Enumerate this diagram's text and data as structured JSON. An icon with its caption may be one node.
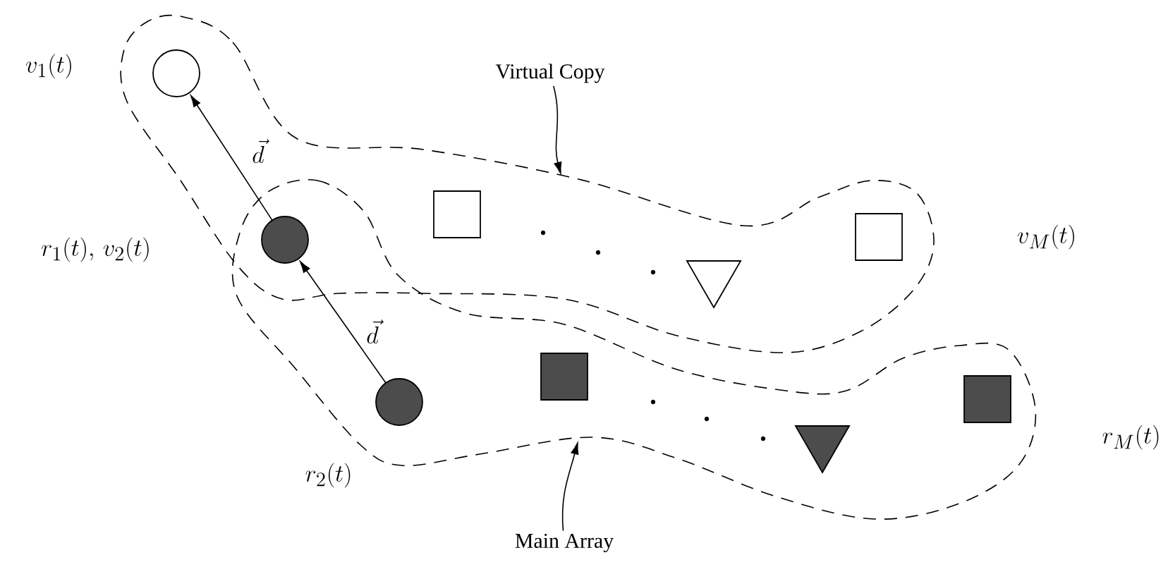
{
  "diagram": {
    "nodes": [
      {
        "text": [],
        "shape": "cloud"
      },
      {
        "text": [],
        "shape": "cloud"
      },
      {
        "text": [],
        "shape": "circle",
        "in": 0
      },
      {
        "text": [],
        "shape": "circle"
      },
      {
        "text": [],
        "shape": "box",
        "in": 0
      },
      {
        "text": [],
        "shape": "triangle",
        "in": 0
      },
      {
        "text": [],
        "shape": "box",
        "in": 0
      },
      {
        "text": [],
        "shape": "circle",
        "in": 1
      },
      {
        "text": [],
        "shape": "box",
        "in": 1
      },
      {
        "text": [],
        "shape": "triangle",
        "in": 1
      },
      {
        "text": [],
        "shape": "box",
        "in": 1
      },
      {
        "text": [
          "Virtual Copy"
        ]
      },
      {
        "text": [
          "Main Array"
        ]
      }
    ],
    "edges": [
      {
        "from": 7,
        "to": 3,
        "arrow": "to",
        "label": "\\vec{d}"
      },
      {
        "from": 3,
        "to": 2,
        "arrow": "to",
        "label": "\\vec{d}"
      },
      {
        "from": 11,
        "to": 0,
        "arrow": "to"
      },
      {
        "from": 12,
        "to": 1,
        "arrow": "to"
      }
    ],
    "labels": [
      "v_1(t)",
      "r_1(t),\\, v_2(t)",
      "v_M(t)",
      "r_2(t)",
      "r_M(t)"
    ]
  }
}
